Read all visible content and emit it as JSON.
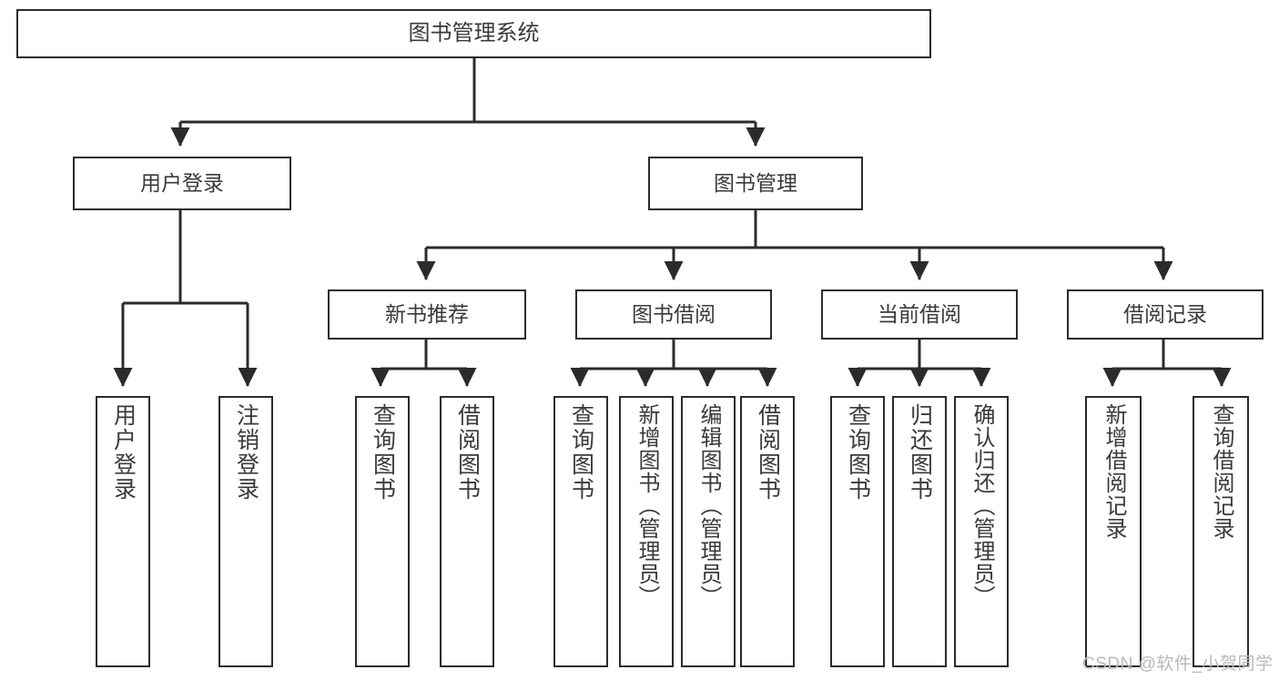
{
  "diagram": {
    "type": "tree-hierarchy-chart",
    "title": "图书管理系统",
    "line_color": "#2b2b2b",
    "box_fill": "#ffffff",
    "text_color": "#3a3a3a",
    "watermark": "CSDN @软件_小贺同学",
    "levels": {
      "root": {
        "label": "图书管理系统"
      },
      "level2": [
        {
          "label": "用户登录"
        },
        {
          "label": "图书管理"
        }
      ],
      "level3": [
        {
          "label": "新书推荐"
        },
        {
          "label": "图书借阅"
        },
        {
          "label": "当前借阅"
        },
        {
          "label": "借阅记录"
        }
      ],
      "leaves": [
        {
          "label": "用户登录",
          "parent": "用户登录"
        },
        {
          "label": "注销登录",
          "parent": "用户登录"
        },
        {
          "label": "查询图书",
          "parent": "新书推荐"
        },
        {
          "label": "借阅图书",
          "parent": "新书推荐"
        },
        {
          "label": "查询图书",
          "parent": "图书借阅"
        },
        {
          "label": "新增图书（管理员）",
          "parent": "图书借阅"
        },
        {
          "label": "编辑图书（管理员）",
          "parent": "图书借阅"
        },
        {
          "label": "借阅图书",
          "parent": "图书借阅"
        },
        {
          "label": "查询图书",
          "parent": "当前借阅"
        },
        {
          "label": "归还图书",
          "parent": "当前借阅"
        },
        {
          "label": "确认归还（管理员）",
          "parent": "当前借阅"
        },
        {
          "label": "新增借阅记录",
          "parent": "借阅记录"
        },
        {
          "label": "查询借阅记录",
          "parent": "借阅记录"
        }
      ]
    }
  }
}
